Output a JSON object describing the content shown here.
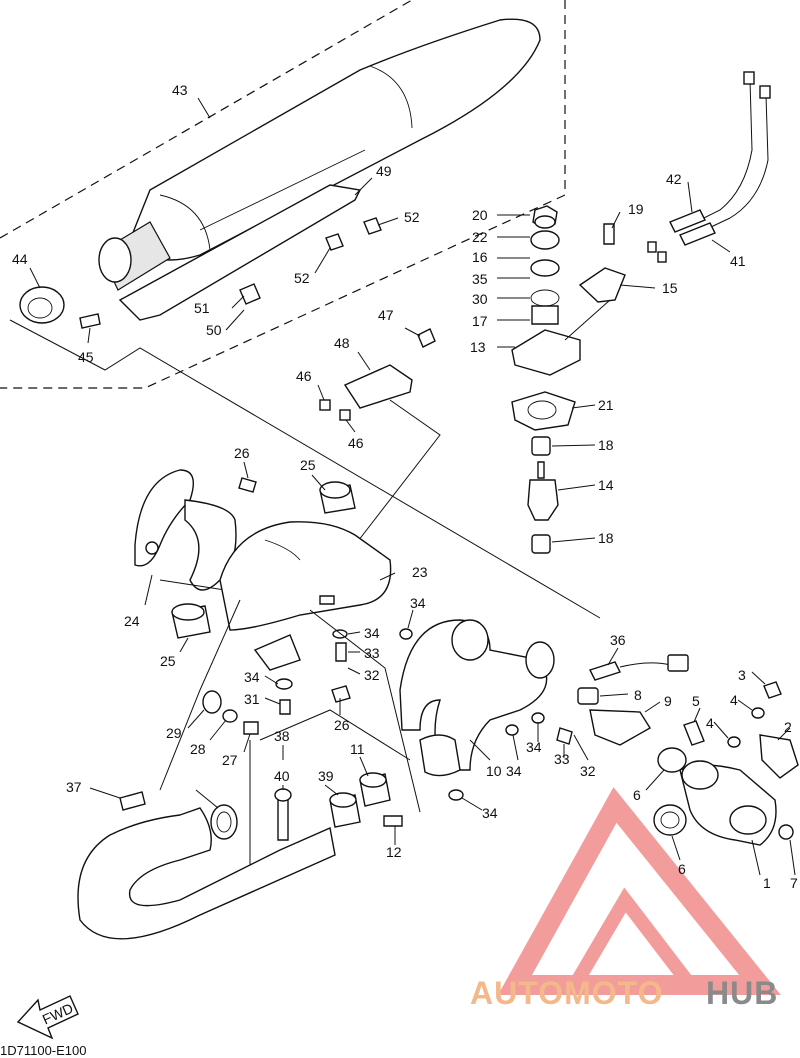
{
  "diagram_code": "1D71100-E100",
  "fwd_label": "FWD",
  "watermark": {
    "part1": "AUTOMOTO",
    "part2": "HUB",
    "color1": "#f3b98a",
    "color2": "#8a8a8a",
    "logo_color": "#f28b8b"
  },
  "callouts": [
    "1",
    "2",
    "3",
    "4",
    "4",
    "5",
    "6",
    "6",
    "7",
    "8",
    "9",
    "10",
    "11",
    "12",
    "13",
    "14",
    "15",
    "16",
    "17",
    "18",
    "18",
    "19",
    "20",
    "21",
    "22",
    "23",
    "24",
    "25",
    "25",
    "26",
    "26",
    "27",
    "28",
    "29",
    "30",
    "31",
    "32",
    "32",
    "33",
    "33",
    "34",
    "34",
    "34",
    "34",
    "34",
    "34",
    "35",
    "36",
    "37",
    "38",
    "39",
    "40",
    "41",
    "42",
    "43",
    "44",
    "45",
    "46",
    "46",
    "47",
    "48",
    "49",
    "50",
    "51",
    "52",
    "52"
  ]
}
